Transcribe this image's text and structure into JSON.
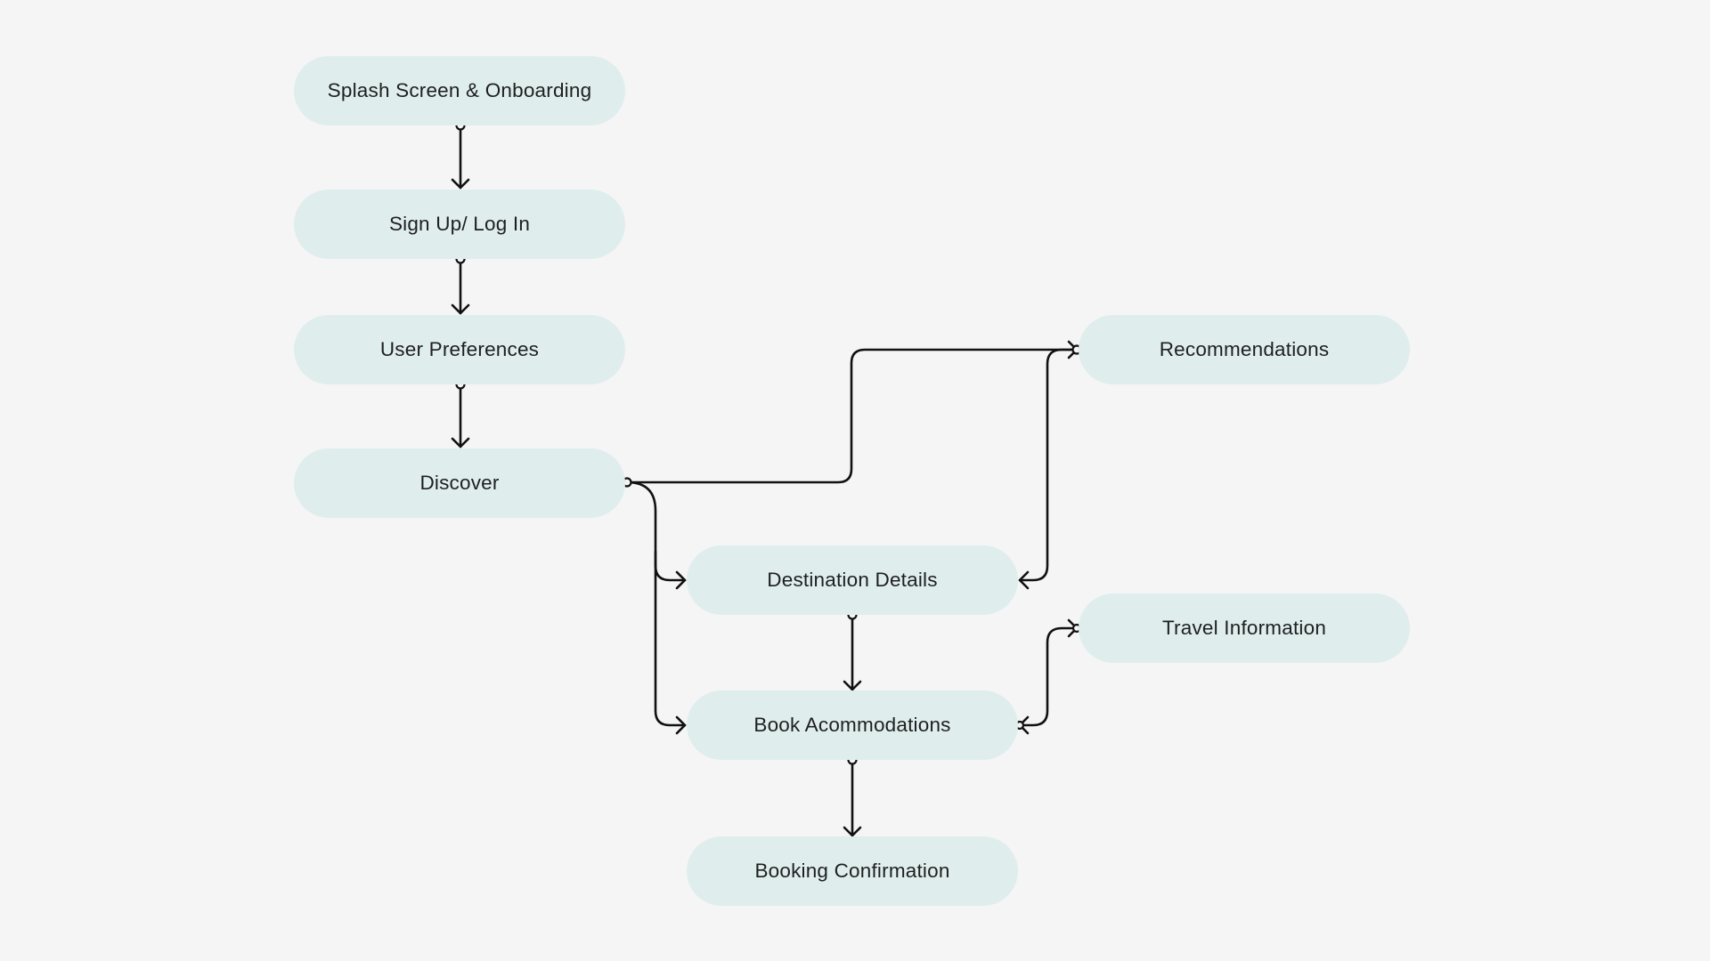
{
  "flow": {
    "nodes": {
      "splash": "Splash Screen & Onboarding",
      "signup": "Sign Up/ Log In",
      "preferences": "User Preferences",
      "discover": "Discover",
      "destination": "Destination Details",
      "book": "Book Acommodations",
      "confirmation": "Booking Confirmation",
      "recommendations": "Recommendations",
      "travel": "Travel Information"
    },
    "edges": [
      {
        "from": "splash",
        "to": "signup"
      },
      {
        "from": "signup",
        "to": "preferences"
      },
      {
        "from": "preferences",
        "to": "discover"
      },
      {
        "from": "discover",
        "to": "recommendations"
      },
      {
        "from": "discover",
        "to": "destination"
      },
      {
        "from": "discover",
        "to": "book"
      },
      {
        "from": "recommendations",
        "to": "destination"
      },
      {
        "from": "destination",
        "to": "book"
      },
      {
        "from": "book",
        "to": "travel",
        "bidirectional": true
      },
      {
        "from": "book",
        "to": "confirmation"
      }
    ],
    "colors": {
      "background": "#f5f5f5",
      "node_fill": "#dfeeed",
      "line": "#111111"
    }
  }
}
